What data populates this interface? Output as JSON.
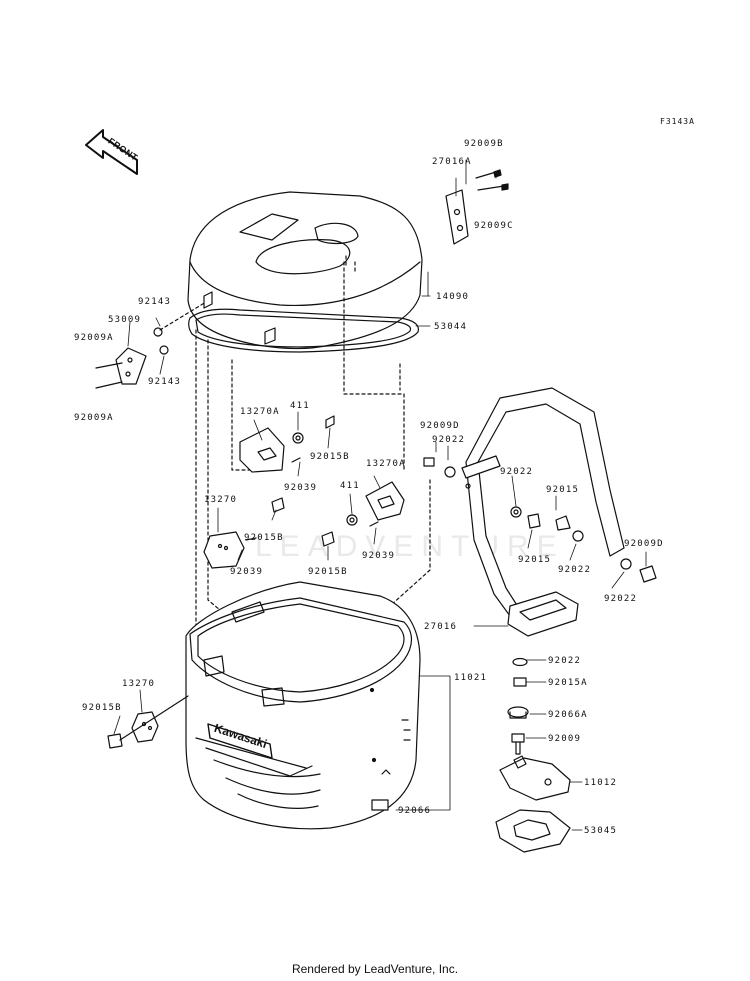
{
  "ref_code": "F3143A",
  "front_label": "FRONT",
  "brand_mark": "Kawasaki",
  "watermark": "LEADVENTURE",
  "footer": "Rendered by LeadVenture, Inc.",
  "labels": {
    "p92009b": "92009B",
    "p27016a": "27016A",
    "p92009c": "92009C",
    "p14090": "14090",
    "p53044": "53044",
    "p92143a": "92143",
    "p53009": "53009",
    "p92009a1": "92009A",
    "p92143b": "92143",
    "p92009a2": "92009A",
    "p13270a1": "13270A",
    "p411a": "411",
    "p92015b1": "92015B",
    "p92039a": "92039",
    "p92009d1": "92009D",
    "p92022a": "92022",
    "p13270a2": "13270A",
    "p92022b": "92022",
    "p411b": "411",
    "p92015a": "92015",
    "p13270b": "13270",
    "p92015b2": "92015B",
    "p92039b": "92039",
    "p92015b3": "92015B",
    "p92039c": "92039",
    "p92015c": "92015",
    "p92022c": "92022",
    "p92009d2": "92009D",
    "p92022d": "92022",
    "p27016": "27016",
    "p92022e": "92022",
    "p92015a2": "92015A",
    "p11021": "11021",
    "p13270c": "13270",
    "p92015b4": "92015B",
    "p92066a": "92066A",
    "p92009": "92009",
    "p11012": "11012",
    "p92066": "92066",
    "p53045": "53045"
  }
}
